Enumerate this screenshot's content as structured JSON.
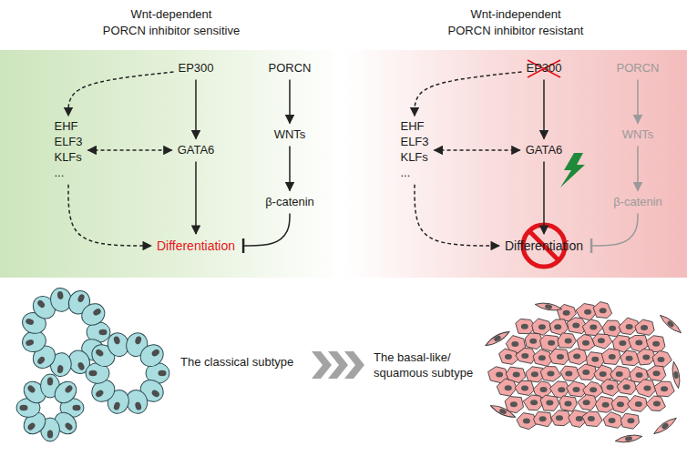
{
  "diagram": {
    "nodes": [
      {
        "text": [
          "Wnt-dependent",
          "PORCN inhibitor sensitive"
        ]
      },
      {
        "text": [
          "EP300"
        ],
        "in": 0
      },
      {
        "text": [
          "PORCN"
        ],
        "in": 0
      },
      {
        "text": [
          "EHF ELF3 KLFs ..."
        ],
        "in": 0
      },
      {
        "text": [
          "GATA6"
        ],
        "in": 0
      },
      {
        "text": [
          "WNTs"
        ],
        "in": 0
      },
      {
        "text": [
          "β-catenin"
        ],
        "in": 0
      },
      {
        "text": [
          "Differentiation"
        ],
        "in": 0
      },
      {
        "text": [
          "Wnt-independent",
          "PORCN inhibitor resistant"
        ]
      },
      {
        "text": [
          "EP300"
        ],
        "in": 8
      },
      {
        "text": [
          "PORCN"
        ],
        "in": 8
      },
      {
        "text": [
          "EHF ELF3 KLFs ..."
        ],
        "in": 8
      },
      {
        "text": [
          "GATA6"
        ],
        "in": 8
      },
      {
        "text": [
          "WNTs"
        ],
        "in": 8
      },
      {
        "text": [
          "β-catenin"
        ],
        "in": 8
      },
      {
        "text": [
          "Differentiation"
        ],
        "in": 8
      }
    ],
    "edges": [
      {
        "from": 1,
        "to": 3,
        "arrow": "to"
      },
      {
        "from": 1,
        "to": 4,
        "arrow": "to"
      },
      {
        "from": 3,
        "to": 4,
        "arrow": "both"
      },
      {
        "from": 3,
        "to": 7,
        "arrow": "to"
      },
      {
        "from": 4,
        "to": 7,
        "arrow": "to"
      },
      {
        "from": 2,
        "to": 5,
        "arrow": "to"
      },
      {
        "from": 5,
        "to": 6,
        "arrow": "to"
      },
      {
        "from": 6,
        "to": 7,
        "arrow": "to"
      },
      {
        "from": 9,
        "to": 11,
        "arrow": "to"
      },
      {
        "from": 9,
        "to": 12,
        "arrow": "to"
      },
      {
        "from": 11,
        "to": 12,
        "arrow": "both"
      },
      {
        "from": 11,
        "to": 15,
        "arrow": "to"
      },
      {
        "from": 12,
        "to": 15,
        "arrow": "to"
      },
      {
        "from": 10,
        "to": 13,
        "arrow": "to"
      },
      {
        "from": 13,
        "to": 14,
        "arrow": "to"
      },
      {
        "from": 14,
        "to": 15,
        "arrow": "to"
      }
    ],
    "labels": [
      "The classical subtype",
      "The basal-like/ squamous subtype"
    ]
  }
}
